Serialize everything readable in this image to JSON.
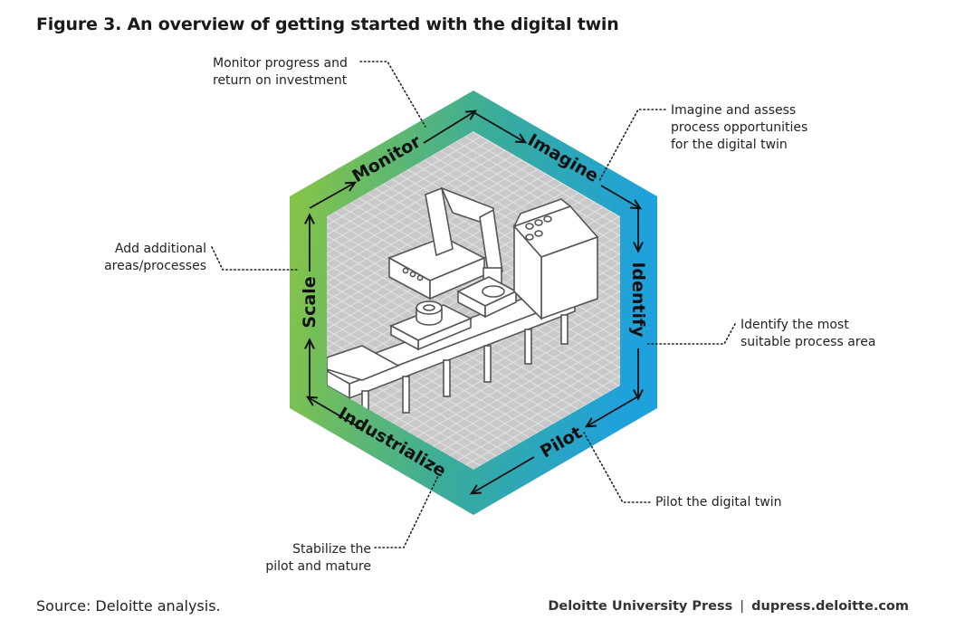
{
  "title": "Figure 3. An overview of getting started with the digital twin",
  "stages": {
    "monitor": "Monitor",
    "imagine": "Imagine",
    "identify": "Identify",
    "pilot": "Pilot",
    "industrialize": "Industrialize",
    "scale": "Scale"
  },
  "notes": {
    "monitor": [
      "Monitor progress and",
      "return on investment"
    ],
    "imagine": [
      "Imagine and assess",
      "process opportunities",
      "for the digital twin"
    ],
    "identify": [
      "Identify the most",
      "suitable process area"
    ],
    "pilot": [
      "Pilot the digital twin"
    ],
    "industrialize": [
      "Stabilize the",
      "pilot and mature"
    ],
    "scale": [
      "Add additional",
      "areas/processes"
    ]
  },
  "footer": {
    "source": "Source: Deloitte analysis.",
    "publisher": "Deloitte University Press",
    "separator": "|",
    "url": "dupress.deloitte.com"
  },
  "colors": {
    "gradient_start": "#8cc63f",
    "gradient_end": "#1fa1dc",
    "inner_fill": "#cfcfcf",
    "grid": "#e6e6e6"
  },
  "icons": [
    "robot-arm-icon",
    "control-panel-icon",
    "conveyor-belt-icon"
  ]
}
